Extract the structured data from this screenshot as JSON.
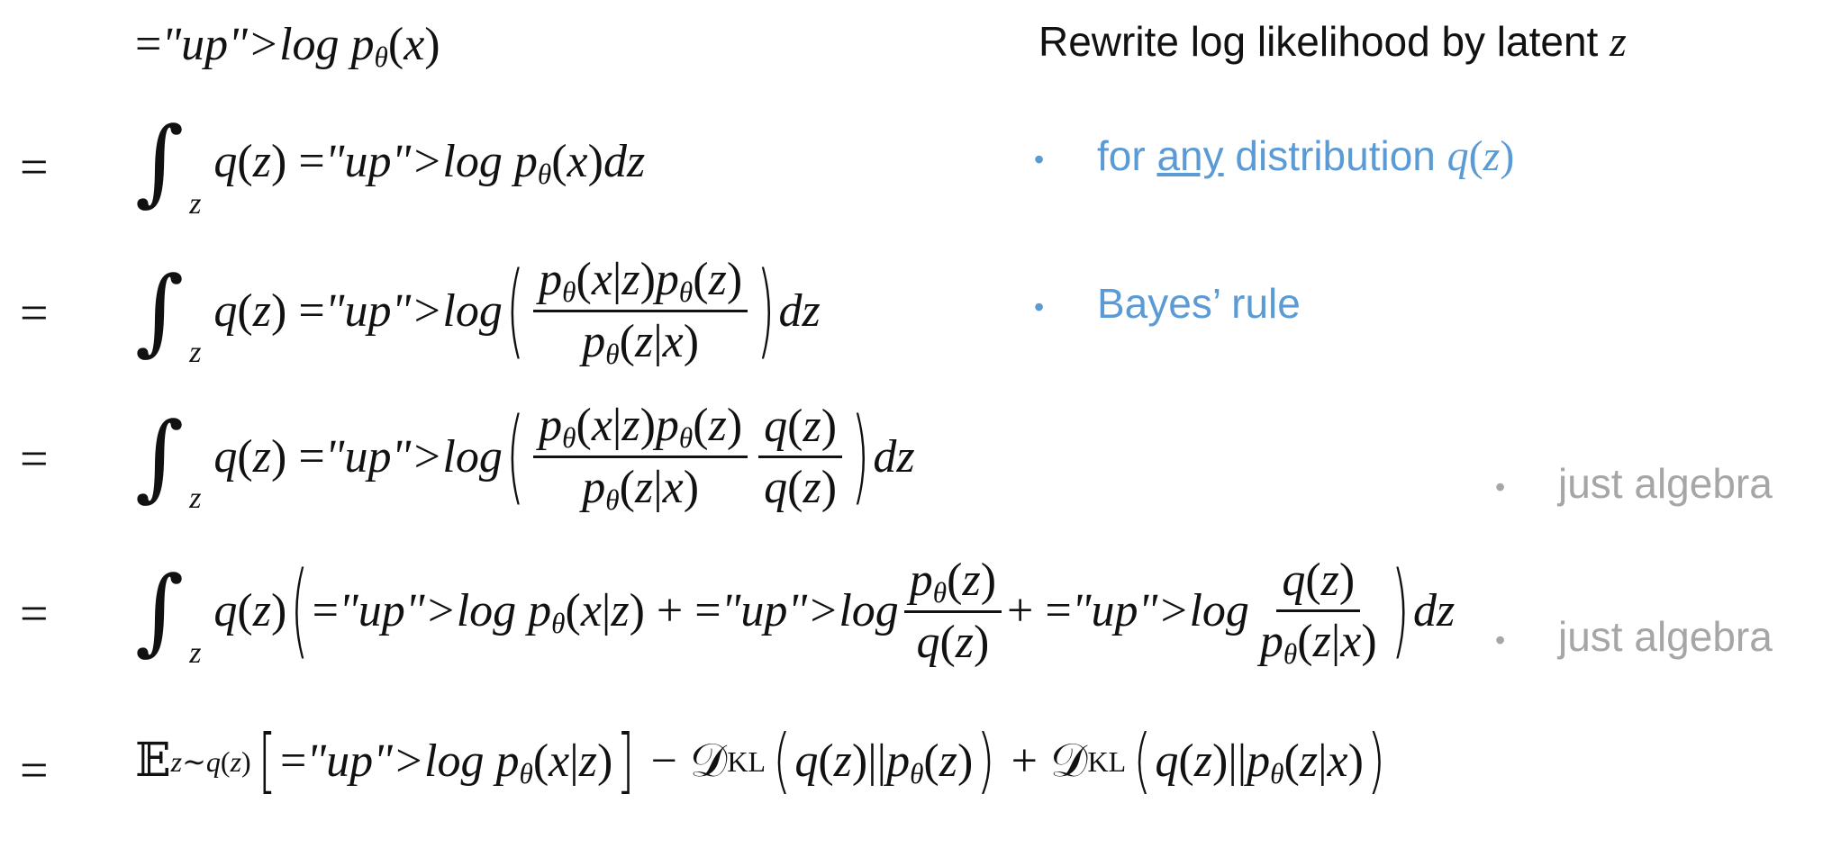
{
  "header": {
    "title": "Rewrite log likelihood by latent",
    "title_var": "z"
  },
  "notes": [
    {
      "bullet": "•",
      "pre": "for ",
      "underlined": "any",
      "post": " distribution ",
      "math": "q(z)"
    },
    {
      "bullet": "•",
      "text": "Bayes’ rule"
    },
    {
      "bullet": "•",
      "text": "just algebra"
    },
    {
      "bullet": "•",
      "text": "just algebra"
    }
  ],
  "colors": {
    "blue": "#5b9bd5",
    "gray": "#a6a6a6"
  },
  "equations": {
    "lhs": "log pθ(x)",
    "eq": "=",
    "int_sign": "∫",
    "int_sub": "z",
    "line1": {
      "body": "q(z) log pθ(x)dz"
    },
    "line2": {
      "pre": "q(z) log",
      "lp": "(",
      "num": "pθ(x|z)pθ(z)",
      "den": "pθ(z|x)",
      "rp": ")",
      "post": "dz"
    },
    "line3": {
      "pre": "q(z) log",
      "lp": "(",
      "num1": "pθ(x|z)pθ(z)",
      "den1": "pθ(z|x)",
      "num2": "q(z)",
      "den2": "q(z)",
      "rp": ")",
      "post": "dz"
    },
    "line4": {
      "pre": "q(z)",
      "lp": "(",
      "t1": "log pθ(x|z) + log",
      "num1": "pθ(z)",
      "den1": "q(z)",
      "t2": "+ log",
      "num2": "q(z)",
      "den2": "pθ(z|x)",
      "rp": ")",
      "post": "dz"
    },
    "line5": {
      "E": "𝔼",
      "E_sub": "z∼q(z)",
      "lb": "[",
      "t1": "log pθ(x|z)",
      "rb": "]",
      "minus": "−",
      "kl": "𝒟",
      "kl_sub": "KL",
      "lp": "(",
      "arg1": "q(z)||pθ(z)",
      "rp": ")",
      "plus": "+",
      "arg2": "q(z)||pθ(z|x)"
    }
  }
}
